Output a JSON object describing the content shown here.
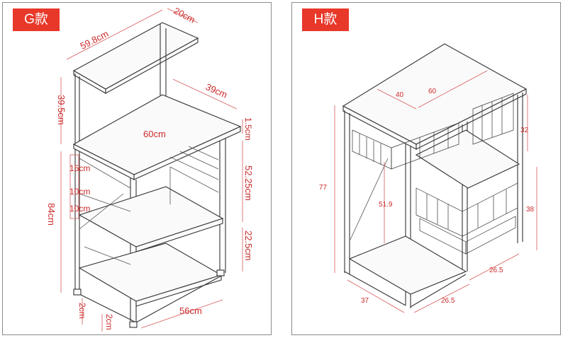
{
  "panel_g": {
    "badge": "G款",
    "labels": {
      "top_depth": "20cm",
      "top_width": "59.8cm",
      "upper_height": "39.5cm",
      "mid_depth": "39cm",
      "mid_width": "60cm",
      "gap_small": "1.5cm",
      "side_height": "52.25cm",
      "rail_a": "15cm",
      "rail_b": "10cm",
      "rail_c": "10cm",
      "lower_height": "84cm",
      "lower_gap": "22.5cm",
      "bottom_width": "56cm",
      "foot_a": "2cm",
      "foot_b": "2cm"
    }
  },
  "panel_h": {
    "badge": "H款",
    "labels": {
      "top_depth": "40",
      "top_width": "60",
      "right_top": "32",
      "total_height": "77",
      "inner_height": "51.9",
      "right_height": "38",
      "right_depth": "26.5",
      "bottom_depth": "37",
      "bottom_width": "26.5"
    }
  },
  "colors": {
    "badge_bg": "#e8382a",
    "dim_text": "#cc2a2a",
    "line": "#333333"
  }
}
